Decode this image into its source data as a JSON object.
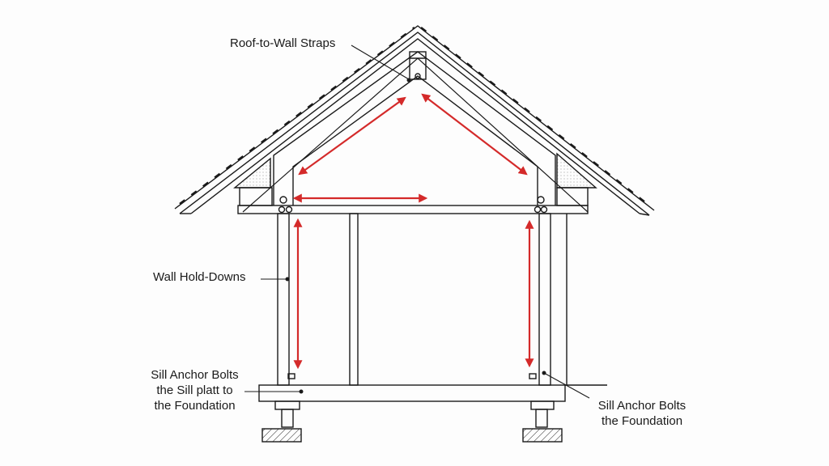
{
  "labels": {
    "roof_straps": "Roof-to-Wall Straps",
    "wall_hold_downs": "Wall Hold-Downs",
    "sill_left": [
      "Sill Anchor Bolts",
      "the Sill platt to",
      "the Foundation"
    ],
    "sill_right": [
      "Sill Anchor Bolts",
      "the Foundation"
    ]
  },
  "colors": {
    "line": "#1a1a1a",
    "arrow": "#d42a2a"
  }
}
